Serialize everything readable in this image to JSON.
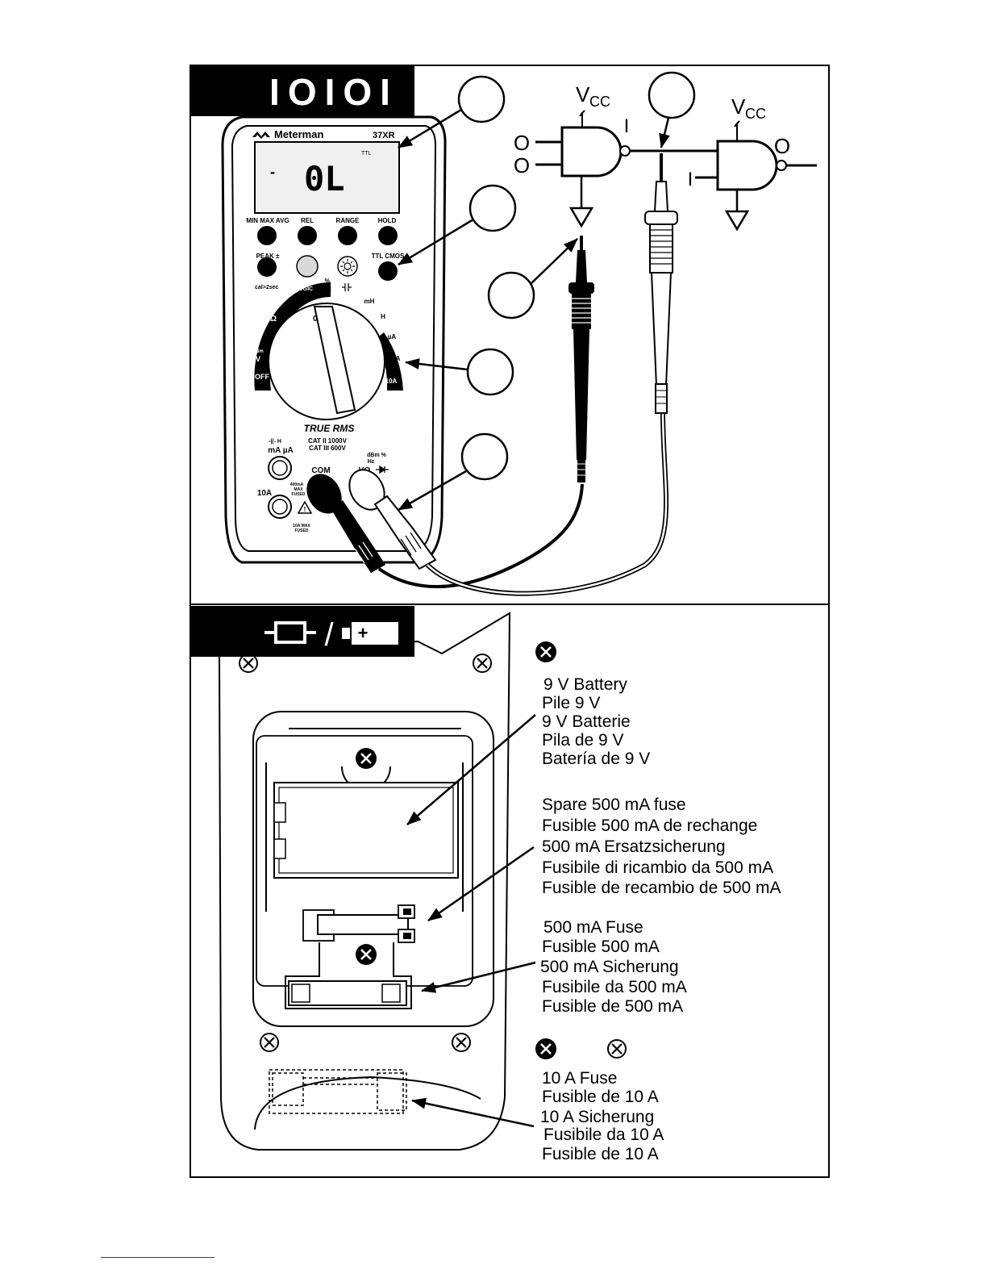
{
  "top_panel": {
    "header_code": "IOIOI",
    "meter": {
      "brand": "Meterman",
      "model": "37XR",
      "display_value": "0L",
      "display_mode": "TTL",
      "display_minus": "-",
      "buttons_row1": [
        "MIN MAX AVG",
        "REL",
        "RANGE",
        "HOLD"
      ],
      "buttons_row2": [
        "PEAK ±",
        "",
        "",
        "TTL CMOS"
      ],
      "cal_note": "cal>2sec",
      "dial_labels": {
        "logic": "LOGIC",
        "percent_hz": [
          "%",
          "Hz"
        ],
        "mh": "mH",
        "h": "H",
        "ua": "µA",
        "ma": "mA",
        "a10": "10A",
        "off": "OFF",
        "dbm": "dBm",
        "v": "V",
        "zero": "0"
      },
      "true_rms": "TRUE RMS",
      "cat_ratings": [
        "CAT II 1000V",
        "CAT III 600V"
      ],
      "jack_labels": {
        "ma_ua_top": "-|(- H",
        "ma_ua": "mA µA",
        "fused_400": [
          "400mA",
          "MAX",
          "FUSED"
        ],
        "a10": "10A",
        "a10_fused": [
          "10A MAX",
          "FUSED"
        ],
        "com": "COM",
        "vohm_top": [
          "dBm %",
          "Hz"
        ],
        "vohm": "VΩ"
      }
    },
    "circuit": {
      "vcc_left": "V",
      "vcc_left_sub": "CC",
      "vcc_right": "V",
      "vcc_right_sub": "CC",
      "input_top": "O",
      "input_bottom": "O",
      "output_label": "I",
      "right_input_label": "I",
      "right_output_label": "O"
    }
  },
  "bottom_panel": {
    "header_text": "/",
    "battery_plus": "+",
    "label_groups": [
      {
        "id": "battery",
        "lines": [
          "9 V Battery",
          "Pile 9 V",
          "9 V Batterie",
          "Pila de 9 V",
          "Batería de 9 V"
        ]
      },
      {
        "id": "spare-fuse",
        "lines": [
          "Spare 500 mA fuse",
          "Fusible 500 mA de rechange",
          "500 mA Ersatzsicherung",
          "Fusibile di ricambio da 500 mA",
          "Fusible de recambio de 500 mA"
        ]
      },
      {
        "id": "fuse-500ma",
        "lines": [
          "500 mA Fuse",
          "Fusible 500 mA",
          "500 mA Sicherung",
          "Fusibile da 500 mA",
          "Fusible de 500 mA"
        ]
      },
      {
        "id": "fuse-10a",
        "lines": [
          "10 A Fuse",
          "Fusible de 10 A",
          "10 A Sicherung",
          "Fusibile da 10 A",
          "Fusible de 10 A"
        ]
      }
    ]
  },
  "colors": {
    "ink": "#000000",
    "paper": "#ffffff",
    "display_bg": "#f0f0f0",
    "gray_button": "#d9d9d9",
    "footer_rule": "#1f3a9e"
  }
}
